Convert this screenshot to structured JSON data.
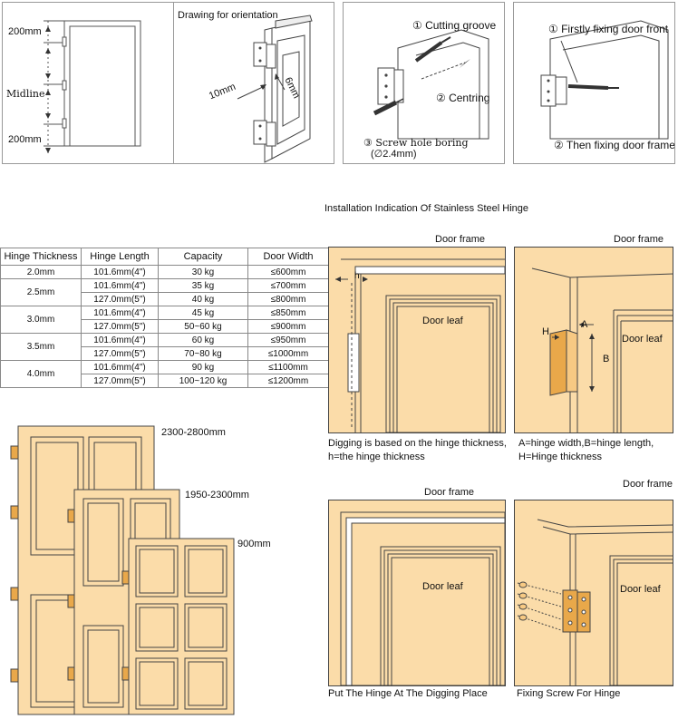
{
  "top_panels": {
    "p1": {
      "dim_top": "200mm",
      "midline": "Midline",
      "dim_bottom": "200mm"
    },
    "p2": {
      "title": "Drawing for orientation",
      "dim_a": "10mm",
      "dim_b": "6mm"
    },
    "p3": {
      "step1": "① Cutting groove",
      "step2": "② Centring",
      "step3": "③ Screw hole boring",
      "step3_sub": "(∅2.4mm)"
    },
    "p4": {
      "step1": "① Firstly fixing door front",
      "step2": "② Then fixing door frame"
    }
  },
  "heading": "Installation Indication Of Stainless Steel Hinge",
  "spec_table": {
    "headers": [
      "Hinge Thickness",
      "Hinge Length",
      "Capacity",
      "Door Width"
    ],
    "groups": [
      {
        "thickness": "2.0mm",
        "rows": [
          [
            "101.6mm(4\")",
            "30 kg",
            "≤600mm"
          ]
        ]
      },
      {
        "thickness": "2.5mm",
        "rows": [
          [
            "101.6mm(4\")",
            "35 kg",
            "≤700mm"
          ],
          [
            "127.0mm(5\")",
            "40 kg",
            "≤800mm"
          ]
        ]
      },
      {
        "thickness": "3.0mm",
        "rows": [
          [
            "101.6mm(4\")",
            "45 kg",
            "≤850mm"
          ],
          [
            "127.0mm(5\")",
            "50~60 kg",
            "≤900mm"
          ]
        ]
      },
      {
        "thickness": "3.5mm",
        "rows": [
          [
            "101.6mm(4\")",
            "60 kg",
            "≤950mm"
          ],
          [
            "127.0mm(5\")",
            "70~80 kg",
            "≤1000mm"
          ]
        ]
      },
      {
        "thickness": "4.0mm",
        "rows": [
          [
            "101.6mm(4\")",
            "90 kg",
            "≤1100mm"
          ],
          [
            "127.0mm(5\")",
            "100~120 kg",
            "≤1200mm"
          ]
        ]
      }
    ]
  },
  "door_sizes": {
    "large": "2300-2800mm",
    "medium": "1950-2300mm",
    "small": "900mm"
  },
  "install_panels": {
    "a": {
      "frame": "Door frame",
      "h": "h",
      "leaf": "Door leaf",
      "caption1": "Digging is based on the hinge thickness,",
      "caption2": "h=the hinge thickness"
    },
    "b": {
      "frame": "Door frame",
      "label_a": "A",
      "label_b": "B",
      "label_h": "H",
      "leaf": "Door leaf",
      "caption1": "A=hinge width,B=hinge length,",
      "caption2": "H=Hinge thickness"
    },
    "c": {
      "frame": "Door frame",
      "leaf": "Door leaf",
      "caption": "Put The Hinge At The Digging Place"
    },
    "d": {
      "frame": "Door frame",
      "leaf": "Door leaf",
      "caption": "Fixing Screw For Hinge"
    }
  },
  "colors": {
    "door": "#fbdca9",
    "line": "#444444",
    "hinge": "#e9a84a"
  }
}
